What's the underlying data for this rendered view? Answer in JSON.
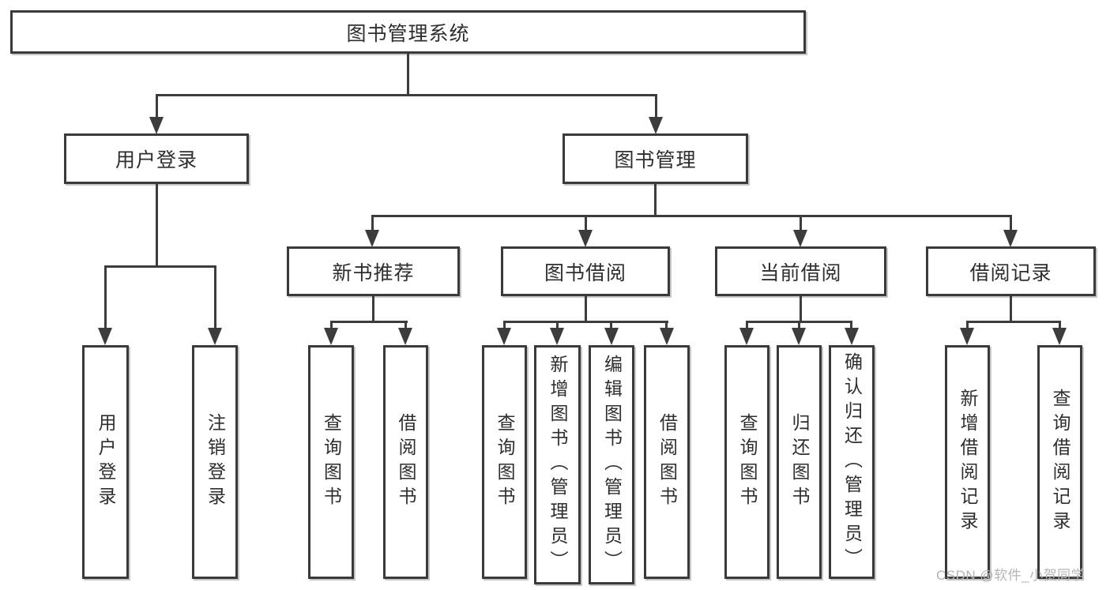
{
  "tree": {
    "label": "图书管理系统",
    "children": [
      {
        "label": "用户登录",
        "children": [
          {
            "label": "用户登录"
          },
          {
            "label": "注销登录"
          }
        ]
      },
      {
        "label": "图书管理",
        "children": [
          {
            "label": "新书推荐",
            "children": [
              {
                "label": "查询图书"
              },
              {
                "label": "借阅图书"
              }
            ]
          },
          {
            "label": "图书借阅",
            "children": [
              {
                "label": "查询图书"
              },
              {
                "label": "新增图书（管理员）"
              },
              {
                "label": "编辑图书（管理员）"
              },
              {
                "label": "借阅图书"
              }
            ]
          },
          {
            "label": "当前借阅",
            "children": [
              {
                "label": "查询图书"
              },
              {
                "label": "归还图书"
              },
              {
                "label": "确认归还（管理员）"
              }
            ]
          },
          {
            "label": "借阅记录",
            "children": [
              {
                "label": "新增借阅记录"
              },
              {
                "label": "查询借阅记录"
              }
            ]
          }
        ]
      }
    ]
  },
  "watermark": "CSDN @软件_小贺同学",
  "colors": {
    "line": "#3c3c3c",
    "text": "#2e2e2e",
    "watermark": "#b5b5b5",
    "background": "#ffffff"
  }
}
